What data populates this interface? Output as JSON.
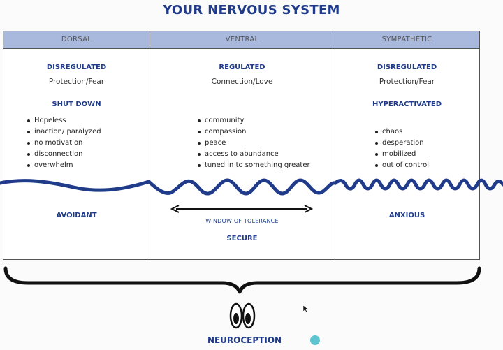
{
  "title": "YOUR NERVOUS SYSTEM",
  "columns": [
    {
      "header": "DORSAL",
      "state": "DISREGULATED",
      "state_sub": "Protection/Fear",
      "mode": "SHUT DOWN",
      "bullets": [
        "Hopeless",
        "inaction/ paralyzed",
        "no motivation",
        "disconnection",
        "overwhelm"
      ],
      "attachment": "AVOIDANT"
    },
    {
      "header": "VENTRAL",
      "state": "REGULATED",
      "state_sub": "Connection/Love",
      "bullets": [
        "community",
        "compassion",
        "peace",
        "access to abundance",
        "tuned in to something greater"
      ],
      "window_label": "WINDOW OF TOLERANCE",
      "attachment": "SECURE"
    },
    {
      "header": "SYMPATHETIC",
      "state": "DISREGULATED",
      "state_sub": "Protection/Fear",
      "mode": "HYPERACTIVATED",
      "bullets": [
        "chaos",
        "desperation",
        "mobilized",
        "out of control"
      ],
      "attachment": "ANXIOUS"
    }
  ],
  "footer_label": "NEUROCEPTION",
  "colors": {
    "accent": "#1f3b8a",
    "header_bg": "#a9b9de",
    "cursor_dot": "#5cc3cf"
  }
}
